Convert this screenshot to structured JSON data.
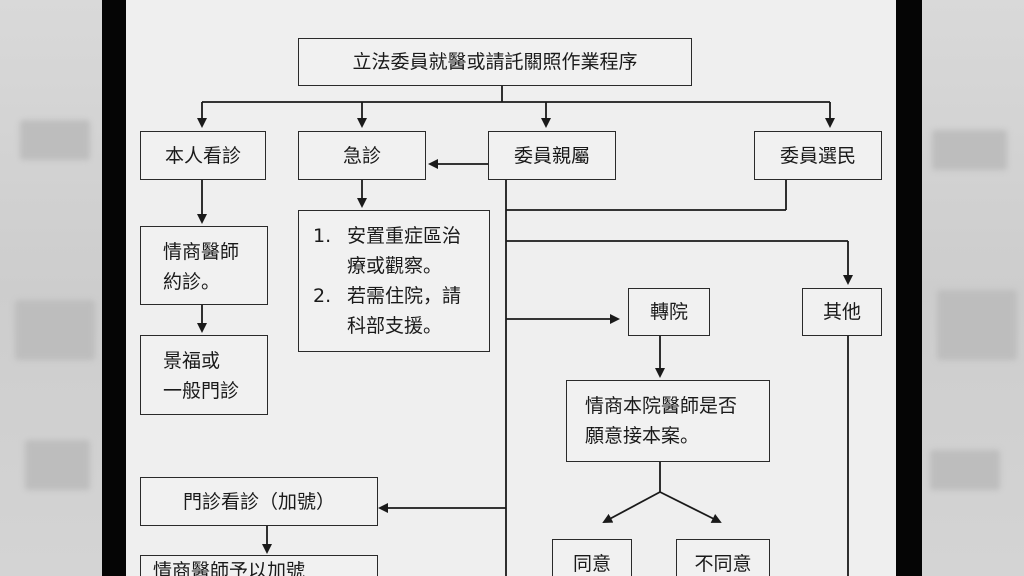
{
  "diagram": {
    "title": "立法委員就醫或請託關照作業程序",
    "nodes": {
      "self_visit": "本人看診",
      "emergency": "急診",
      "relatives": "委員親屬",
      "constituents": "委員選民",
      "dept_line1": "情商醫師",
      "dept_line2": "約診。",
      "clinic_line1": "景福或",
      "clinic_line2": "一般門診",
      "er_item1_num": "1.",
      "er_item1_line1": "安置重症區治",
      "er_item1_line2": "療或觀察。",
      "er_item2_num": "2.",
      "er_item2_line1": "若需住院，請",
      "er_item2_line2": "科部支援。",
      "transfer": "轉院",
      "other": "其他",
      "consult_line1": "情商本院醫師是否",
      "consult_line2": "願意接本案。",
      "outpatient_extra": "門診看診（加號）",
      "partial_bottom": "情商醫師予以加號",
      "agree": "同意",
      "disagree": "不同意"
    }
  }
}
